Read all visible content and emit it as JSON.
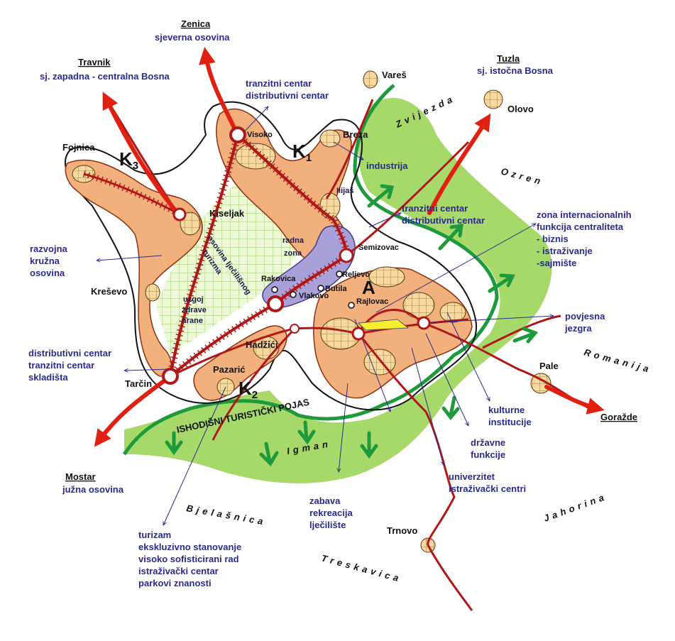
{
  "colors": {
    "urban": "#f2b07c",
    "green_zone": "#a6d96a",
    "green_arrow": "#1e9a3c",
    "road": "#b01818",
    "main_axis": "#e02010",
    "purple_zone": "#a8a0d8",
    "grid_zone": "#eef8d8",
    "text_blue": "#2a2a8c"
  },
  "axes": {
    "zenica": {
      "city": "Zenica",
      "desc": "sjeverna osovina"
    },
    "travnik": {
      "city": "Travnik",
      "desc": "sj. zapadna - centralna Bosna"
    },
    "tuzla": {
      "city": "Tuzla",
      "desc": "sj. istočna Bosna"
    },
    "mostar": {
      "city": "Mostar",
      "desc": "južna osovina"
    },
    "gorazde": {
      "city": "Goražde"
    }
  },
  "places": {
    "vares": "Vareš",
    "olovo": "Olovo",
    "visoko": "Visoko",
    "breza": "Breza",
    "ilijas": "Ilijaš",
    "fojnica": "Fojnica",
    "kiseljak": "Kiseljak",
    "semizovac": "Semizovac",
    "rakovica": "Rakovica",
    "reljevo": "Reljevo",
    "vlakovo": "Vlakovo",
    "butila": "Butila",
    "rajlovac": "Rajlovac",
    "kresevo": "Kreševo",
    "hadzici": "Hadžići",
    "pazaric": "Pazarić",
    "tarcin": "Tarčin",
    "pale": "Pale",
    "trnovo": "Trnovo"
  },
  "mountains": {
    "zvijezda": "Zvijezda",
    "ozren": "Ozren",
    "romanija": "Romanija",
    "igman": "Igman",
    "jahorina": "Jahorina",
    "bjelasnica": "Bjelašnica",
    "treskavica": "Treskavica"
  },
  "zones": {
    "k1": "K",
    "k1_sub": "1",
    "k2": "K",
    "k2_sub": "2",
    "k3": "K",
    "k3_sub": "3",
    "a": "A",
    "radna_zona": [
      "radna",
      "zona"
    ],
    "uzgoj": [
      "uzgoj",
      "zdrave",
      "hrane"
    ],
    "osovina": [
      "osovina lječilišnog",
      "turizma"
    ],
    "pojas": "ISHODIŠNI TURISTIČKI POJAS"
  },
  "annotations": {
    "visoko_center": [
      "tranzitni centar",
      "distributivni centar"
    ],
    "industrija": "industrija",
    "semizovac_center": [
      "tranzitni centar",
      "distributivni centar"
    ],
    "zona_intl": [
      "zona internacionalnih",
      "funkcija centraliteta",
      "- biznis",
      "- istraživanje",
      "-sajmište"
    ],
    "razvojna": [
      "razvojna",
      "kružna",
      "osovina"
    ],
    "povjesna": [
      "povjesna",
      "jezgra"
    ],
    "tarcin_center": [
      "distributivni centar",
      "tranzitni centar",
      "skladišta"
    ],
    "kulturne": [
      "kulturne",
      "institucije"
    ],
    "drzavne": [
      "državne",
      "funkcije"
    ],
    "univerzitet": [
      "univerzitet",
      "istraživački centri"
    ],
    "zabava": [
      "zabava",
      "rekreacija",
      "lječilište"
    ],
    "turizam": [
      "turizam",
      "ekskluzivno stanovanje",
      "visoko sofisticirani rad",
      "istraživački centar",
      "parkovi znanosti"
    ]
  }
}
